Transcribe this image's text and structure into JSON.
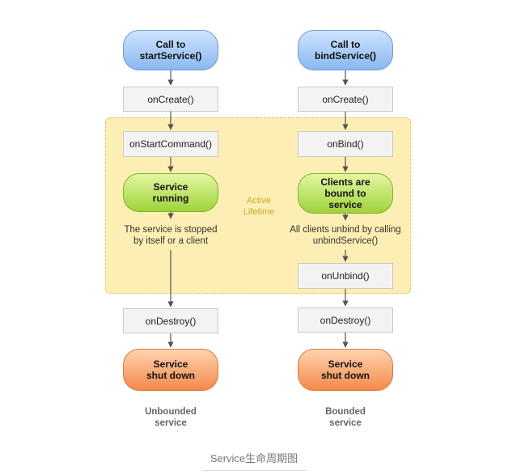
{
  "left": {
    "start": "Call to\nstartService()",
    "on_create": "onCreate()",
    "on_start_command": "onStartCommand()",
    "running": "Service\nrunning",
    "stop_note": "The service is stopped\nby itself or a client",
    "on_destroy": "onDestroy()",
    "shutdown": "Service\nshut down",
    "label": "Unbounded\nservice"
  },
  "right": {
    "start": "Call to\nbindService()",
    "on_create": "onCreate()",
    "on_bind": "onBind()",
    "bound": "Clients are\nbound to\nservice",
    "unbind_note": "All clients unbind by calling\nunbindService()",
    "on_unbind": "onUnbind()",
    "on_destroy": "onDestroy()",
    "shutdown": "Service\nshut down",
    "label": "Bounded\nservice"
  },
  "active_lifetime": "Active\nLifetime",
  "caption": "Service生命周期图",
  "colors": {
    "start": "#8ab8f0",
    "active": "#9fd33b",
    "shutdown": "#f38a4a",
    "lifetime_region": "#fdeeb3"
  }
}
